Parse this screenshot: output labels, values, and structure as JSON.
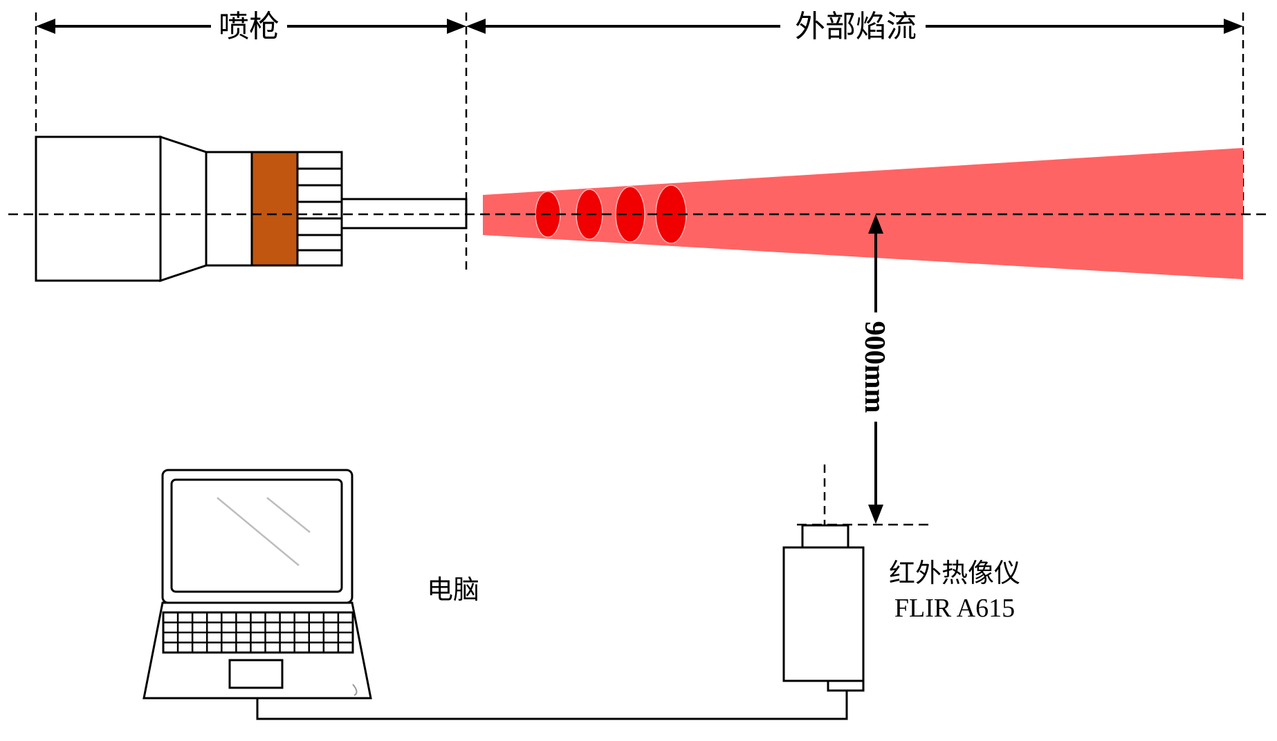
{
  "labels": {
    "spray_gun": "喷枪",
    "external_jet": "外部焰流",
    "distance": "900mm",
    "computer": "电脑",
    "camera_name": "红外热像仪",
    "camera_model": "FLIR A615"
  },
  "colors": {
    "plume": "#FF6464",
    "particles": "#F00000",
    "electrode": "#C0560F",
    "line": "#000000"
  }
}
